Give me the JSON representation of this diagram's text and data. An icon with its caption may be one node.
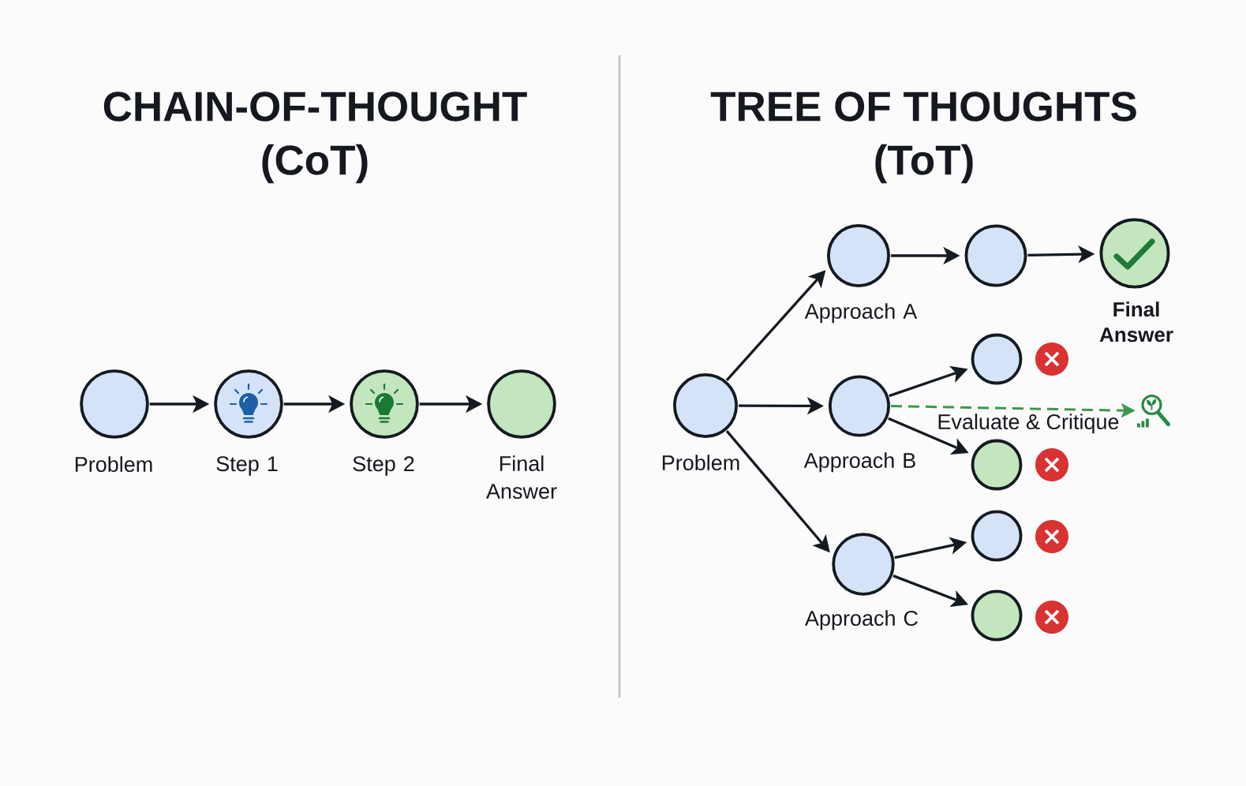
{
  "diagram": {
    "nodes": [
      {
        "text": [],
        "shape": "circle",
        "beside": [
          "Problem"
        ]
      },
      {
        "text": [],
        "shape": "circle",
        "beside": [
          "Step 1"
        ]
      },
      {
        "text": [],
        "shape": "circle",
        "beside": [
          "Step 2"
        ]
      },
      {
        "text": [],
        "shape": "circle",
        "beside": [
          "Final Answer"
        ]
      },
      {
        "text": [],
        "shape": "circle",
        "beside": [
          "Problem"
        ]
      },
      {
        "text": [],
        "shape": "circle",
        "beside": [
          "Approach A"
        ]
      },
      {
        "text": [],
        "shape": "circle"
      },
      {
        "text": [],
        "shape": "circle",
        "beside": [
          "Final Answer"
        ]
      },
      {
        "text": [],
        "shape": "circle",
        "beside": [
          "Approach B"
        ]
      },
      {
        "text": [],
        "shape": "circle"
      },
      {
        "text": [],
        "shape": "circle"
      },
      {
        "text": [],
        "shape": "circle",
        "beside": [
          "Approach C"
        ]
      },
      {
        "text": [],
        "shape": "circle"
      },
      {
        "text": [],
        "shape": "circle"
      },
      {
        "text": [],
        "shape": "picture"
      }
    ],
    "edges": [
      {
        "from": 0,
        "to": 1,
        "arrow": "to"
      },
      {
        "from": 1,
        "to": 2,
        "arrow": "to"
      },
      {
        "from": 2,
        "to": 3,
        "arrow": "to"
      },
      {
        "from": 4,
        "to": 5,
        "arrow": "to"
      },
      {
        "from": 5,
        "to": 6,
        "arrow": "to"
      },
      {
        "from": 6,
        "to": 7,
        "arrow": "to"
      },
      {
        "from": 4,
        "to": 8,
        "arrow": "to"
      },
      {
        "from": 8,
        "to": 9,
        "arrow": "to"
      },
      {
        "from": 8,
        "to": 10,
        "arrow": "to"
      },
      {
        "from": 4,
        "to": 11,
        "arrow": "to"
      },
      {
        "from": 11,
        "to": 12,
        "arrow": "to"
      },
      {
        "from": 11,
        "to": 13,
        "arrow": "to"
      },
      {
        "from": 8,
        "to": 14,
        "arrow": "to",
        "label": "Evaluate & Critique",
        "style": "dashed",
        "color": "#3a9a4a"
      }
    ],
    "labels": [
      "CHAIN-OF-THOUGHT (CoT)",
      "TREE OF THOUGHTS (ToT)"
    ]
  }
}
